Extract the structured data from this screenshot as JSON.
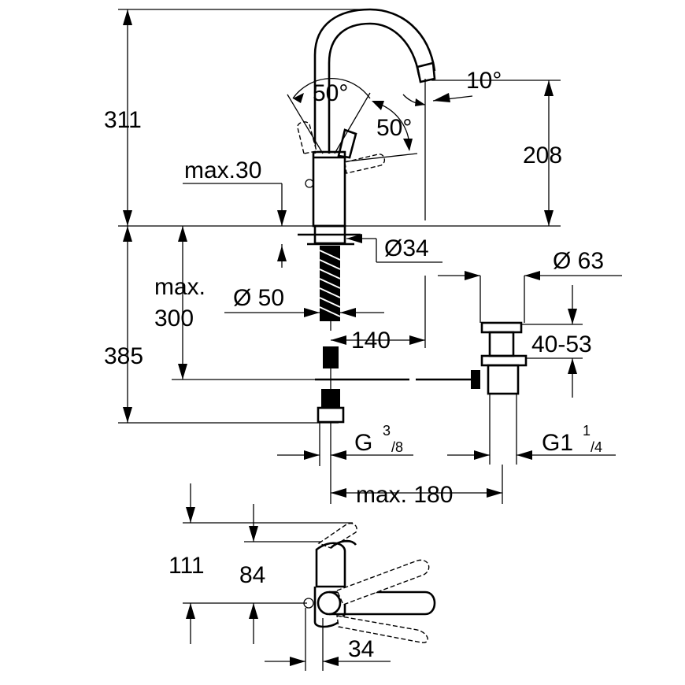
{
  "dimensions": {
    "height_total_upper": "311",
    "height_spout": "208",
    "handle_angle_left": "50°",
    "handle_angle_right": "50°",
    "spout_angle": "10°",
    "max_deck_thickness": "max.30",
    "diameter_base": "Ø34",
    "diameter_deck_hole": "Ø 50",
    "diameter_waste": "Ø 63",
    "max_hose_length_label_line1": "max.",
    "max_hose_length_label_line2": "300",
    "spout_reach": "140",
    "waste_range": "40-53",
    "height_total_lower": "385",
    "thread_supply_main": "G",
    "thread_supply_num": "3",
    "thread_supply_den": "/8",
    "thread_waste_main": "G1",
    "thread_waste_num": "1",
    "thread_waste_den": "/4",
    "max_rod_distance": "max. 180",
    "height_top_view": "111",
    "height_top_view_inner": "84",
    "lever_offset": "34"
  }
}
